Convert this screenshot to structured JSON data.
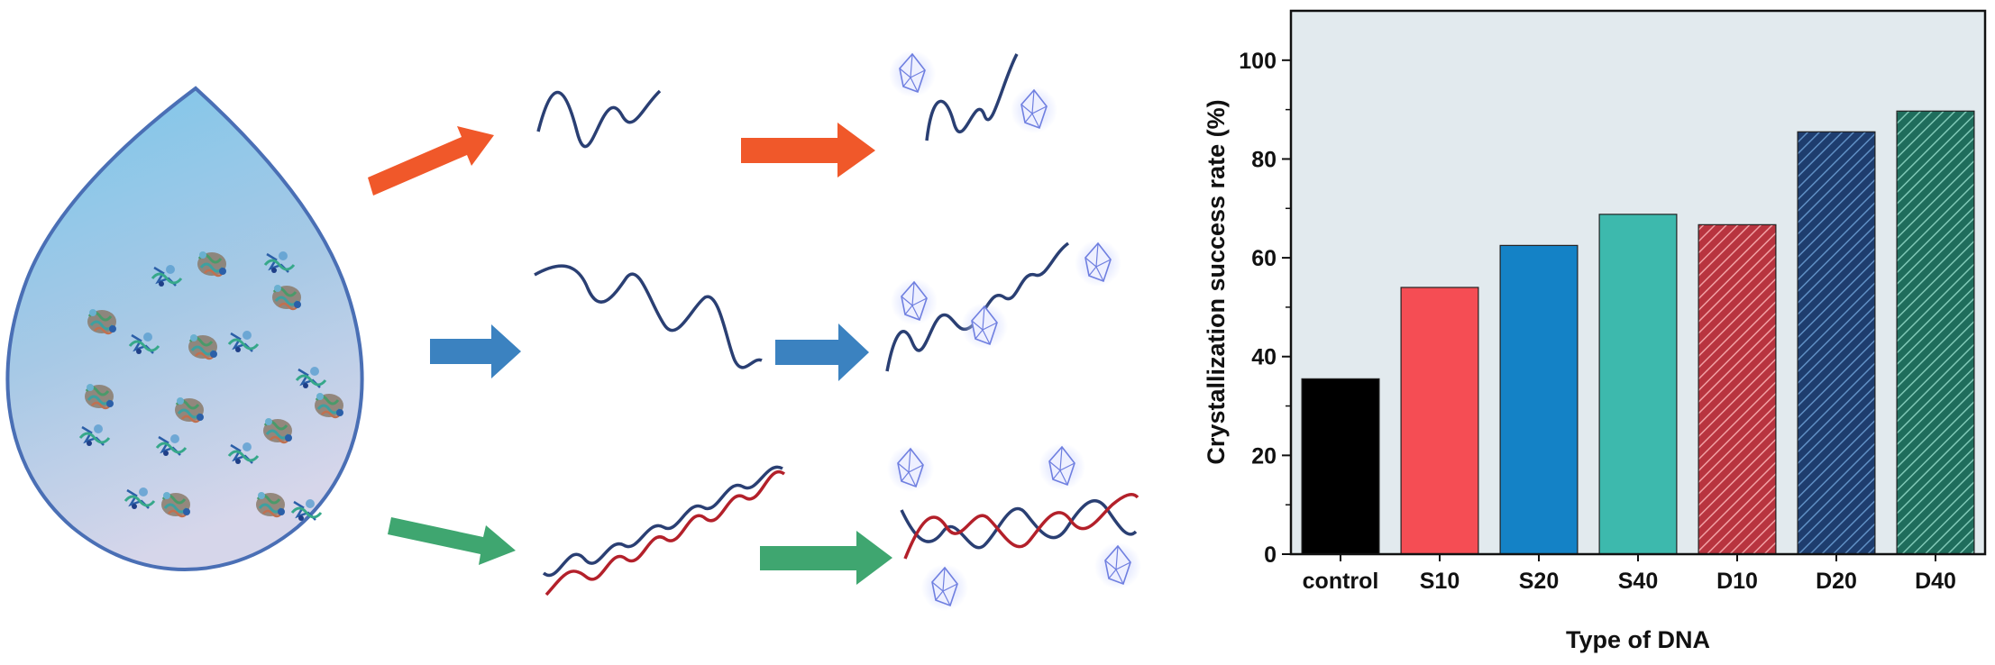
{
  "colors": {
    "orange_arrow": "#f0582a",
    "blue_arrow": "#3b82c0",
    "green_arrow": "#3fa670",
    "strand_blue": "#2a3f73",
    "strand_red": "#b3202a",
    "droplet_top": "#7cc6ea",
    "droplet_bottom": "#d6d6ea",
    "plot_bg": "#e2eaee"
  },
  "illustration": {
    "droplet_icon": "protein-droplet-icon",
    "crystal_icon": "crystal-cluster-icon",
    "rows": [
      {
        "strand": "short-single-strand-dna-icon",
        "arrow_color": "orange"
      },
      {
        "strand": "long-single-strand-dna-icon",
        "arrow_color": "blue"
      },
      {
        "strand": "double-strand-dna-icon",
        "arrow_color": "green"
      }
    ]
  },
  "chart_data": {
    "type": "bar",
    "categories": [
      "control",
      "S10",
      "S20",
      "S40",
      "D10",
      "D20",
      "D40"
    ],
    "values": [
      35.5,
      54,
      62.5,
      68.8,
      66.7,
      85.5,
      89.7
    ],
    "colors": [
      "#000000",
      "#f54d54",
      "#1482c6",
      "#3db9ad",
      "#b8343f",
      "#1e3d6e",
      "#1f6d5c"
    ],
    "hatched": [
      false,
      false,
      false,
      false,
      true,
      true,
      true
    ],
    "xlabel": "Type of DNA",
    "ylabel": "Crystallization success rate (%)",
    "ylim": [
      0,
      110
    ],
    "yticks": [
      0,
      20,
      40,
      60,
      80,
      100
    ],
    "grid": false
  }
}
